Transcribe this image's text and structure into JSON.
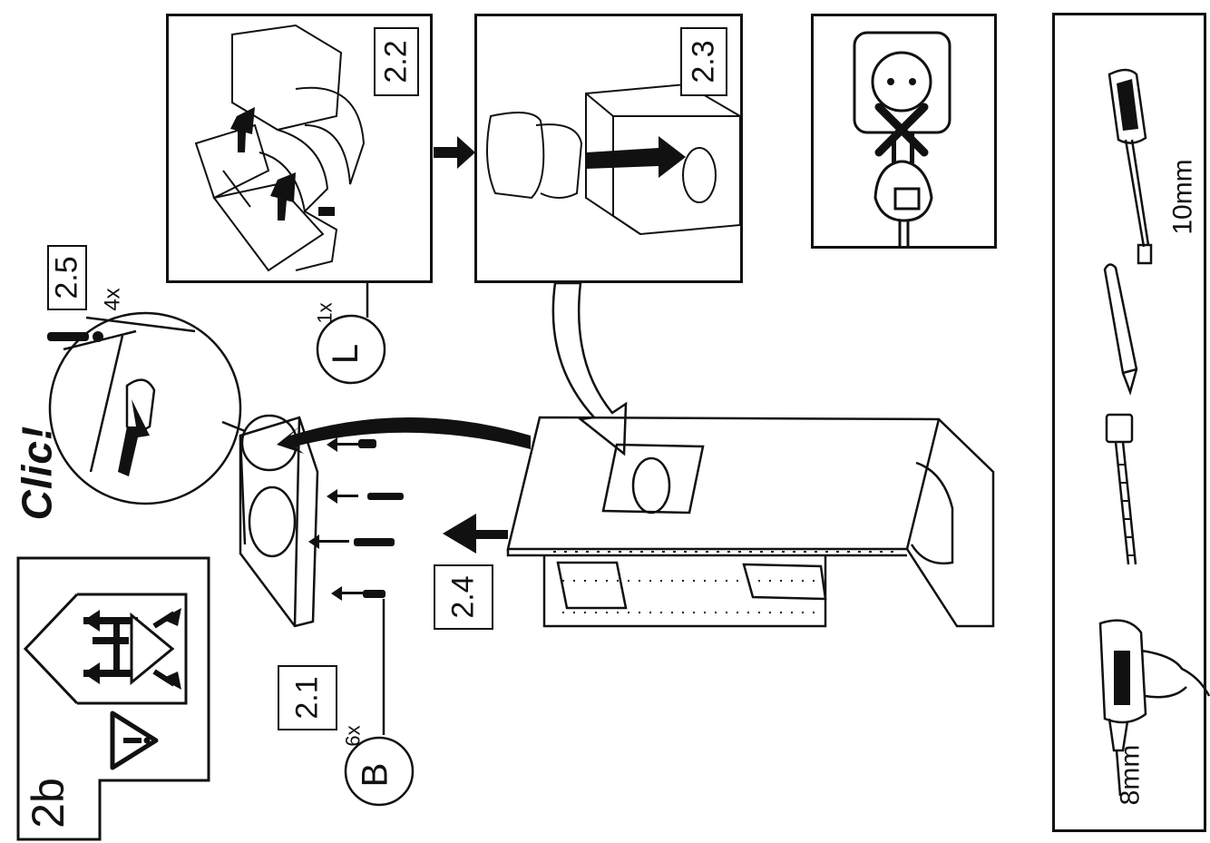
{
  "steps": {
    "s21": "2.1",
    "s22": "2.2",
    "s23": "2.3",
    "s24": "2.4",
    "s25": "2.5",
    "s2b": "2b"
  },
  "parts": {
    "screw_letter": "B",
    "screw_qty": "6x",
    "filter_letter": "L",
    "filter_qty": "1x",
    "bolt_qty": "4x"
  },
  "sound": "Clic!",
  "tools": {
    "screwdriver_size": "10mm",
    "drill_size": "8mm"
  },
  "icons": {
    "warning": "warning-triangle-icon",
    "unplug": "unplug-power-icon",
    "fragile_up": "package-handling-icon"
  }
}
